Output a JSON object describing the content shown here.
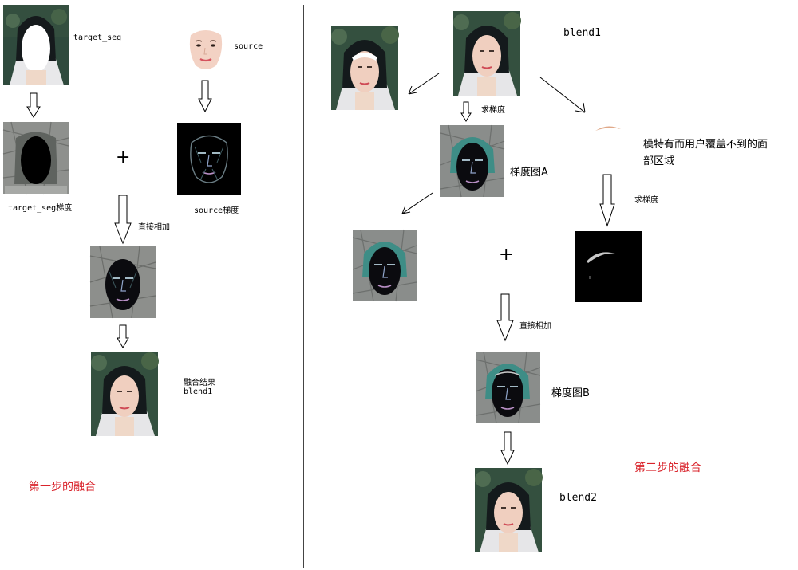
{
  "step1": {
    "target_seg_label": "target_seg",
    "source_label": "source",
    "target_seg_grad_label": "target_seg梯度",
    "source_grad_label": "source梯度",
    "plus": "+",
    "direct_add_label": "直接相加",
    "fusion_result_label": "融合结果",
    "blend1_label": "blend1",
    "title": "第一步的融合"
  },
  "step2": {
    "blend1_label": "blend1",
    "gradient_label": "求梯度",
    "uncovered_label_line1": "模特有而用户覆盖不到的面",
    "uncovered_label_line2": "部区域",
    "gradient_label_2": "求梯度",
    "grad_a_label": "梯度图A",
    "plus": "+",
    "direct_add_label": "直接相加",
    "grad_b_label": "梯度图B",
    "blend2_label": "blend2",
    "title": "第二步的融合"
  },
  "colors": {
    "title_red": "#d9232b",
    "grad_dark": "#0b0b0f",
    "grad_gray": "#8a8d8b",
    "teal_hair": "#3e8d86"
  }
}
